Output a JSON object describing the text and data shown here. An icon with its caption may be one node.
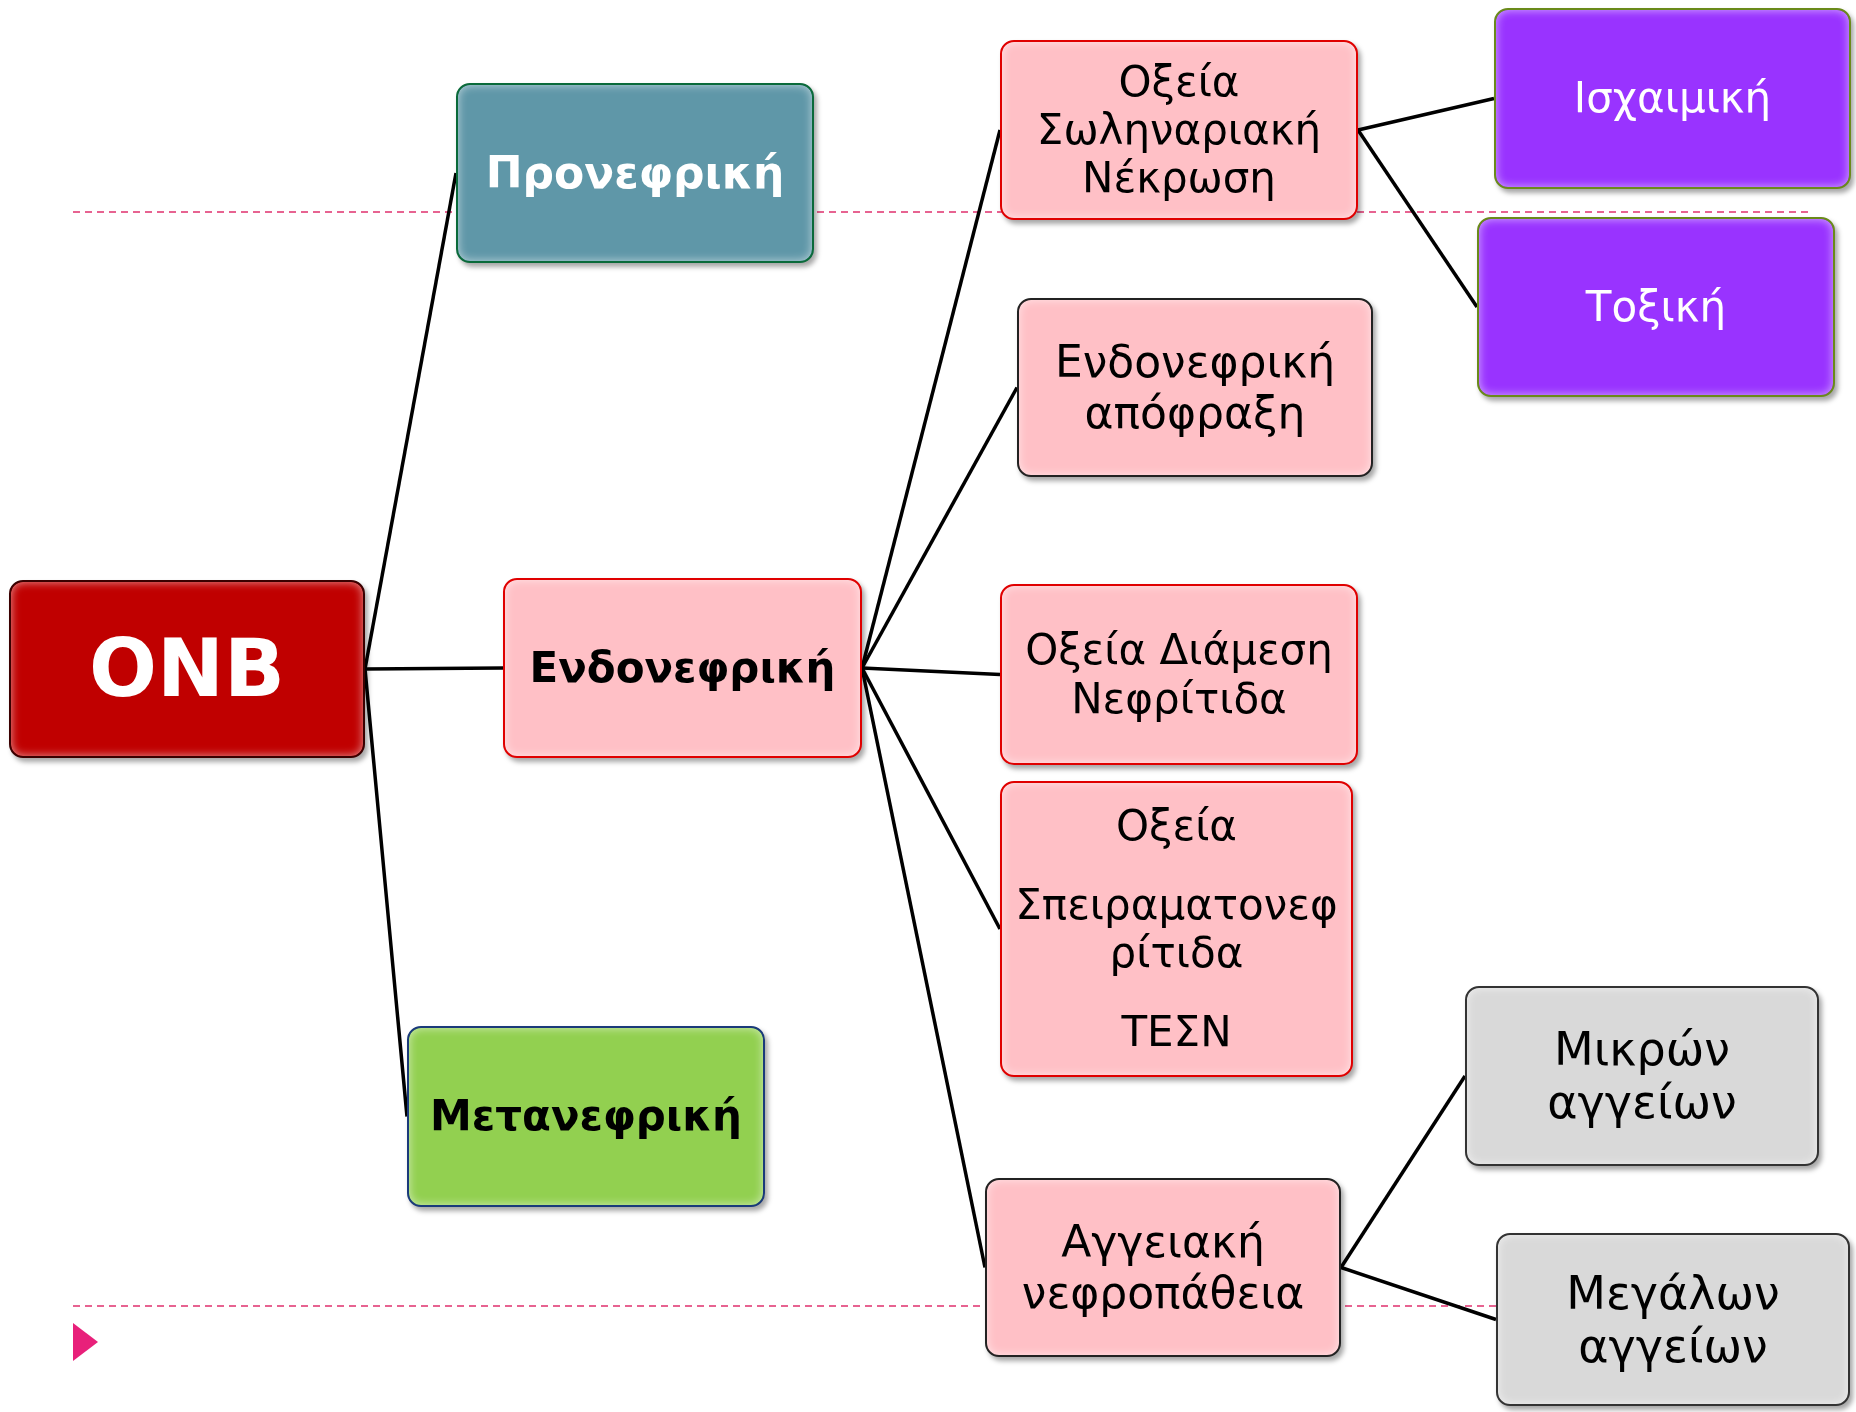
{
  "diagram": {
    "nodes": [
      {
        "text": [
          "ONB"
        ]
      },
      {
        "text": [
          "Προνεφρική"
        ]
      },
      {
        "text": [
          "Ενδονεφρική"
        ]
      },
      {
        "text": [
          "Μετανεφρική"
        ]
      },
      {
        "text": [
          "Οξεία Σωληναριακή Νέκρωση"
        ]
      },
      {
        "text": [
          "Ενδονεφρική απόφραξη"
        ]
      },
      {
        "text": [
          "Οξεία Διάμεση Νεφρίτιδα"
        ]
      },
      {
        "text": [
          "Οξεία",
          "Σπειραματονεφρίτιδα",
          "ΤΕΣΝ"
        ]
      },
      {
        "text": [
          "Αγγειακή νεφροπάθεια"
        ]
      },
      {
        "text": [
          "Ισχαιμική"
        ]
      },
      {
        "text": [
          "Τοξική"
        ]
      },
      {
        "text": [
          "Μικρών αγγείων"
        ]
      },
      {
        "text": [
          "Μεγάλων αγγείων"
        ]
      }
    ],
    "edges": [
      {
        "from": 0,
        "to": 1,
        "arrow": "none"
      },
      {
        "from": 0,
        "to": 2,
        "arrow": "none"
      },
      {
        "from": 0,
        "to": 3,
        "arrow": "none"
      },
      {
        "from": 2,
        "to": 4,
        "arrow": "none"
      },
      {
        "from": 2,
        "to": 5,
        "arrow": "none"
      },
      {
        "from": 2,
        "to": 6,
        "arrow": "none"
      },
      {
        "from": 2,
        "to": 7,
        "arrow": "none"
      },
      {
        "from": 2,
        "to": 8,
        "arrow": "none"
      },
      {
        "from": 4,
        "to": 9,
        "arrow": "none"
      },
      {
        "from": 4,
        "to": 10,
        "arrow": "none"
      },
      {
        "from": 8,
        "to": 11,
        "arrow": "none"
      },
      {
        "from": 8,
        "to": 12,
        "arrow": "none"
      }
    ]
  }
}
